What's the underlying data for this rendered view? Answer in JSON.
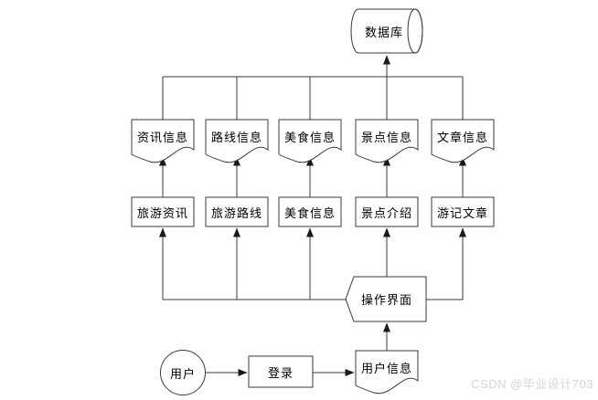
{
  "diagram": {
    "database": {
      "label": "数据库",
      "shape": "cylinder"
    },
    "data_stores": [
      {
        "label": "资讯信息",
        "shape": "document"
      },
      {
        "label": "路线信息",
        "shape": "document"
      },
      {
        "label": "美食信息",
        "shape": "document"
      },
      {
        "label": "景点信息",
        "shape": "document"
      },
      {
        "label": "文章信息",
        "shape": "document"
      }
    ],
    "modules": [
      {
        "label": "旅游资讯",
        "shape": "rectangle"
      },
      {
        "label": "旅游路线",
        "shape": "rectangle"
      },
      {
        "label": "美食信息",
        "shape": "rectangle"
      },
      {
        "label": "景点介绍",
        "shape": "rectangle"
      },
      {
        "label": "游记文章",
        "shape": "rectangle"
      }
    ],
    "interface": {
      "label": "操作界面",
      "shape": "display"
    },
    "user": {
      "label": "用户",
      "shape": "circle"
    },
    "login": {
      "label": "登录",
      "shape": "rectangle"
    },
    "user_info": {
      "label": "用户信息",
      "shape": "document"
    },
    "colors": {
      "line": "#3a3a3a",
      "arrow": "#1a1a1a",
      "shape_fill": "#ffffff",
      "text": "#000000",
      "watermark": "#d5d5d5"
    }
  },
  "watermark": {
    "text": "CSDN @毕业设计703"
  }
}
